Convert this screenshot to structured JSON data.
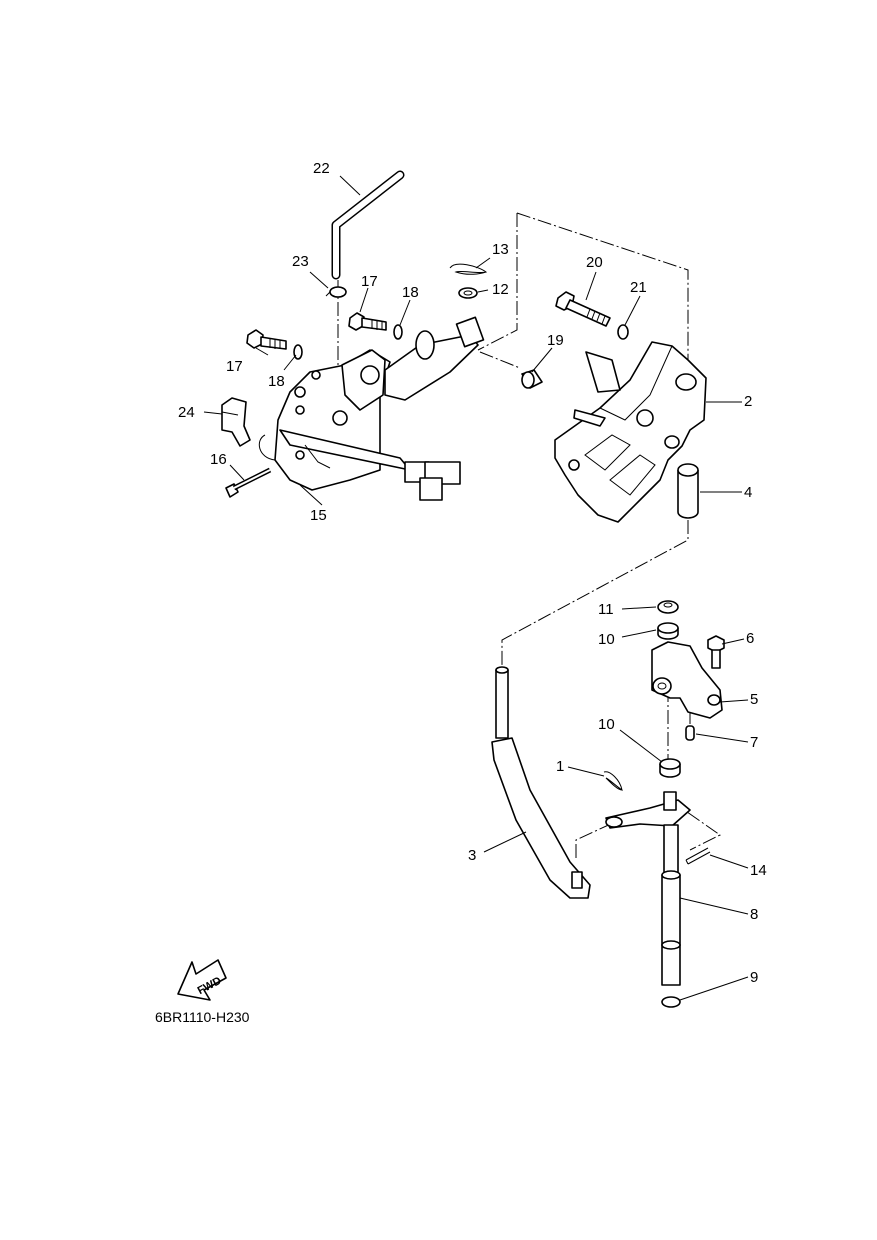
{
  "diagram": {
    "reference_code": "6BR1110-H230",
    "fwd_label": "FWD",
    "callouts": [
      {
        "id": "c1",
        "label": "1"
      },
      {
        "id": "c2",
        "label": "2"
      },
      {
        "id": "c3",
        "label": "3"
      },
      {
        "id": "c4",
        "label": "4"
      },
      {
        "id": "c5",
        "label": "5"
      },
      {
        "id": "c6",
        "label": "6"
      },
      {
        "id": "c7",
        "label": "7"
      },
      {
        "id": "c8",
        "label": "8"
      },
      {
        "id": "c9",
        "label": "9"
      },
      {
        "id": "c10a",
        "label": "10"
      },
      {
        "id": "c10b",
        "label": "10"
      },
      {
        "id": "c11",
        "label": "11"
      },
      {
        "id": "c12",
        "label": "12"
      },
      {
        "id": "c13",
        "label": "13"
      },
      {
        "id": "c14",
        "label": "14"
      },
      {
        "id": "c15",
        "label": "15"
      },
      {
        "id": "c16",
        "label": "16"
      },
      {
        "id": "c17a",
        "label": "17"
      },
      {
        "id": "c17b",
        "label": "17"
      },
      {
        "id": "c18a",
        "label": "18"
      },
      {
        "id": "c18b",
        "label": "18"
      },
      {
        "id": "c19",
        "label": "19"
      },
      {
        "id": "c20",
        "label": "20"
      },
      {
        "id": "c21",
        "label": "21"
      },
      {
        "id": "c22",
        "label": "22"
      },
      {
        "id": "c23",
        "label": "23"
      },
      {
        "id": "c24",
        "label": "24"
      }
    ]
  }
}
